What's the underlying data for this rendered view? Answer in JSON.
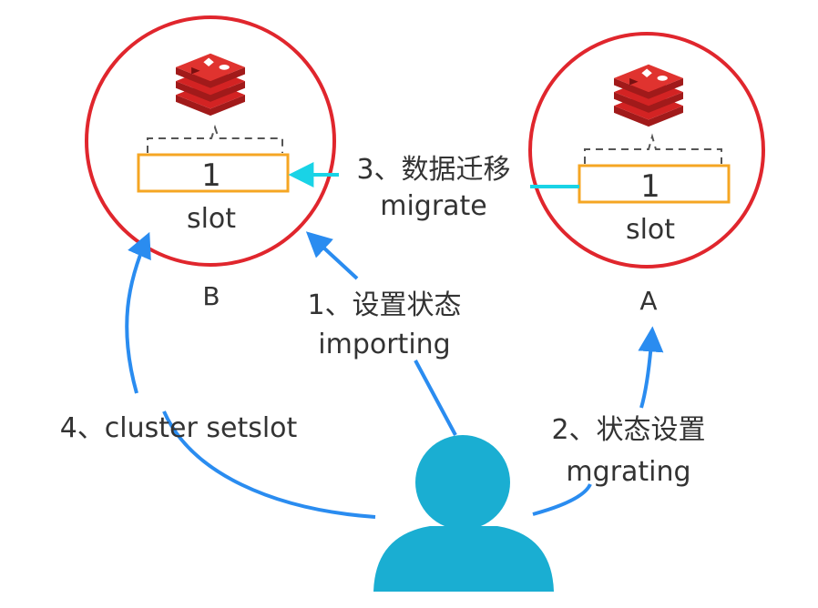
{
  "nodes": {
    "b": {
      "label": "B",
      "slot_value": "1",
      "slot_label": "slot"
    },
    "a": {
      "label": "A",
      "slot_value": "1",
      "slot_label": "slot"
    }
  },
  "steps": {
    "step1": {
      "line1": "1、设置状态",
      "line2": "importing"
    },
    "step2": {
      "line1": "2、状态设置",
      "line2": "mgrating"
    },
    "step3": {
      "line1": "3、数据迁移",
      "line2": "migrate"
    },
    "step4": {
      "line1": "4、cluster setslot"
    }
  },
  "colors": {
    "circle": "#e0262d",
    "slot_border": "#f5a623",
    "arrow_blue": "#2a8cf0",
    "arrow_cyan": "#19d3e6",
    "user": "#1aaed2",
    "redis_red": "#d32323",
    "text": "#333333"
  },
  "icons": {
    "redis": "redis-logo-icon",
    "user": "user-icon"
  }
}
